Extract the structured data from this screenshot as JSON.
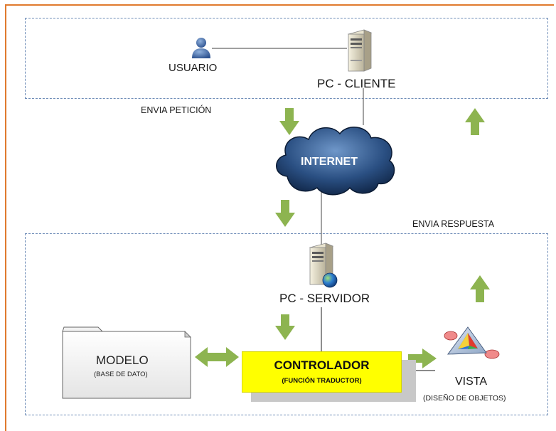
{
  "nodes": {
    "usuario": "USUARIO",
    "pc_cliente": "PC - CLIENTE",
    "internet": "INTERNET",
    "pc_servidor": "PC - SERVIDOR",
    "modelo": "MODELO",
    "modelo_sub": "(BASE DE DATO)",
    "controlador": "CONTROLADOR",
    "controlador_sub": "(FUNCIÓN TRADUCTOR)",
    "vista": "VISTA",
    "vista_sub": "(DISEÑO DE OBJETOS)"
  },
  "flows": {
    "envia_peticion": "ENVIA PETICIÓN",
    "envia_respuesta": "ENVIA RESPUESTA"
  },
  "colors": {
    "arrow": "#8db450",
    "zone_border": "#6f8db8",
    "frame": "#e07a2e",
    "controller": "#ffff00",
    "cloud": "#1c3b66"
  }
}
